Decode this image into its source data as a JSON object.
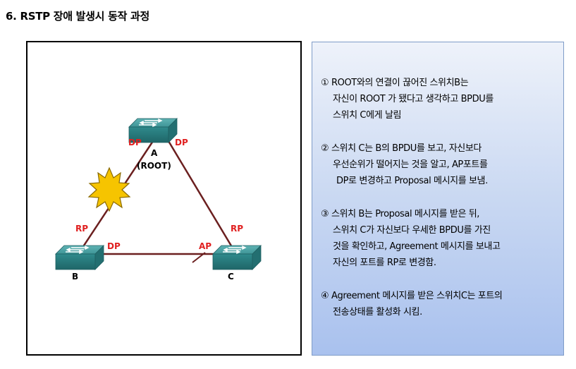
{
  "title": "6. RSTP 장애 발생시 동작 과정",
  "diagram": {
    "switch_a": {
      "name": "A",
      "sub": "(ROOT)",
      "port_left": "DP",
      "port_right": "DP"
    },
    "switch_b": {
      "name": "B",
      "port_top": "RP",
      "port_right": "DP"
    },
    "switch_c": {
      "name": "C",
      "port_top": "RP",
      "port_left": "AP"
    },
    "fault_icon": "explosion-icon",
    "colors": {
      "link": "#6b1f1f",
      "port_label": "#e02020",
      "switch": "#2f8f92"
    }
  },
  "steps": [
    {
      "lines": [
        "① ROOT와의 연결이 끊어진 스위치B는",
        "자신이 ROOT 가 됐다고 생각하고 BPDU를",
        "스위치 C에게 날림"
      ]
    },
    {
      "lines": [
        "② 스위치 C는 B의 BPDU를 보고, 자신보다",
        "우선순위가 떨어지는 것을 알고, AP포트를",
        "DP로 변경하고 Proposal 메시지를 보냄."
      ]
    },
    {
      "lines": [
        "③ 스위치 B는 Proposal 메시지를 받은 뒤,",
        "스위치 C가 자신보다 우세한 BPDU를 가진",
        "것을 확인하고, Agreement 메시지를 보내고",
        "자신의 포트를 RP로 변경함."
      ]
    },
    {
      "lines": [
        "④ Agreement 메시지를 받은 스위치C는 포트의",
        "전송상태를 활성화 시킴."
      ]
    }
  ]
}
